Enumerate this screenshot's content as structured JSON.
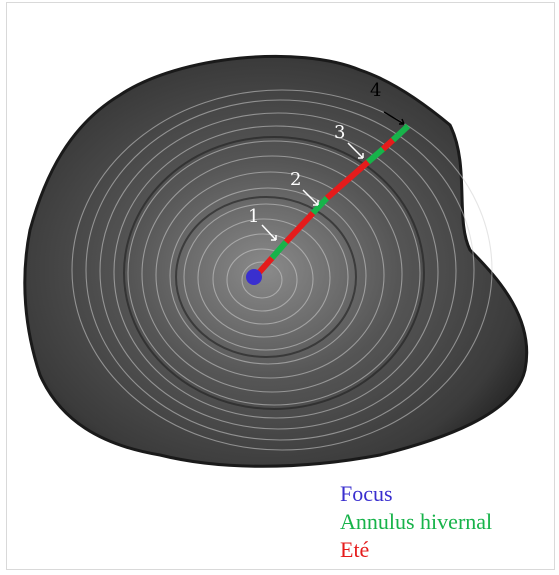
{
  "legend": {
    "focus": {
      "label": "Focus",
      "color": "#3a2fcf"
    },
    "winter_annulus": {
      "label": "Annulus hivernal",
      "color": "#17b34a"
    },
    "summer": {
      "label": "Eté",
      "color": "#e51b1b"
    }
  },
  "annulus_labels": [
    "1",
    "2",
    "3",
    "4"
  ],
  "image": {
    "subject": "fish-scale-growth-rings"
  }
}
